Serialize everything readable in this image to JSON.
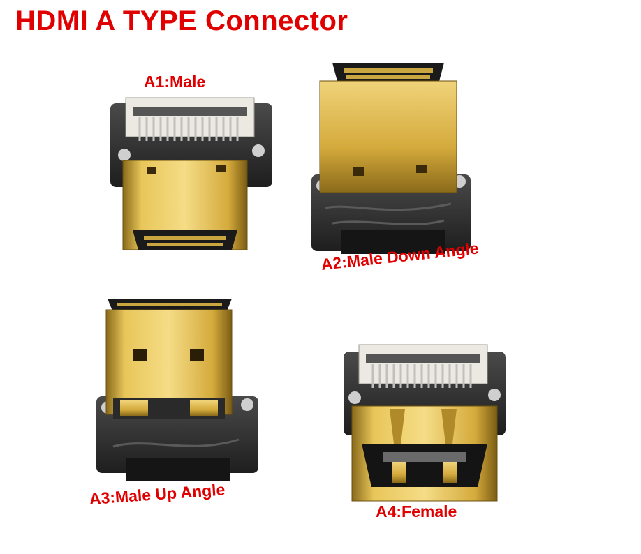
{
  "title": "HDMI A TYPE Connector",
  "products": [
    {
      "id": "A1",
      "label": "A1:Male"
    },
    {
      "id": "A2",
      "label": "A2:Male Down Angle"
    },
    {
      "id": "A3",
      "label": "A3:Male Up Angle"
    },
    {
      "id": "A4",
      "label": "A4:Female"
    }
  ],
  "colors": {
    "title": "#e00000",
    "gold": "#d4aa3c",
    "gold_dark": "#8a6a1a",
    "pcb": "#2a2a2a",
    "fpc_socket": "#e8e6e0"
  }
}
